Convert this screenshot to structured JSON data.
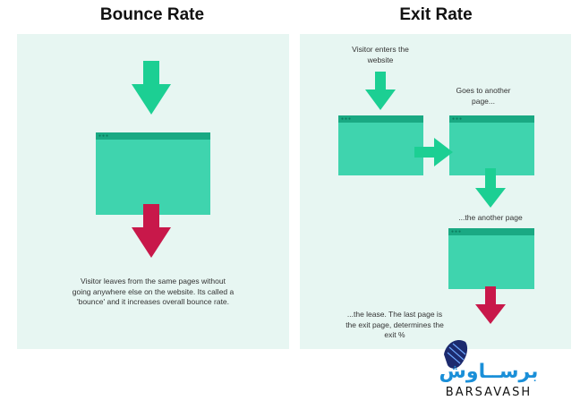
{
  "bounce": {
    "title": "Bounce Rate",
    "caption": "Visitor leaves from the same pages without going anywhere else on the website. Its called a 'bounce' and it increases overall bounce rate."
  },
  "exit": {
    "title": "Exit Rate",
    "step1": "Visitor enters the website",
    "step2": "Goes to another page...",
    "step3": "...the another page",
    "step4": "...the lease.  The last page is the exit page, determines the exit %"
  },
  "logo": {
    "persian": "برساوش",
    "latin": "BARSAVASH"
  },
  "colors": {
    "panel": "#e7f6f2",
    "page": "#3fd4ae",
    "page_header": "#1aa983",
    "arrow_green": "#1ccf93",
    "arrow_red": "#c8184a",
    "logo_blue": "#1a8fd8"
  }
}
